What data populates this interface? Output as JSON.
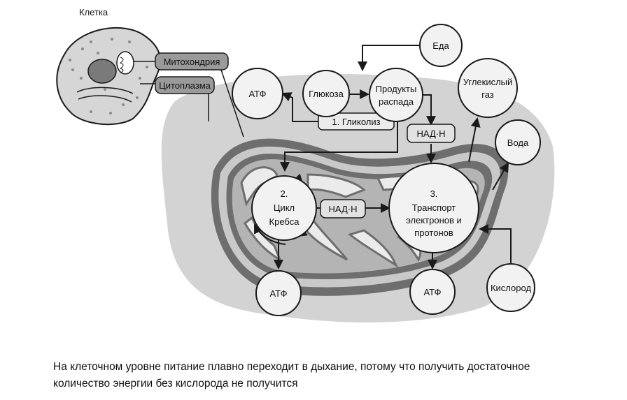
{
  "cell_label": "Клетка",
  "callouts": {
    "mitochondria": "Митохондрия",
    "cytoplasm": "Цитоплазма"
  },
  "nodes": {
    "food": "Еда",
    "glucose": "Глюкоза",
    "products_line1": "Продукты",
    "products_line2": "распада",
    "atp_top": "АТФ",
    "co2_line1": "Углекислый",
    "co2_line2": "газ",
    "water": "Вода",
    "krebs_line1": "2.",
    "krebs_line2": "Цикл",
    "krebs_line3": "Кребса",
    "transport_line1": "3.",
    "transport_line2": "Транспорт",
    "transport_line3": "электронов и",
    "transport_line4": "протонов",
    "atp_left": "АТФ",
    "atp_bottom": "АТФ",
    "oxygen": "Кислород"
  },
  "labels": {
    "glycolysis": "1. Гликолиз",
    "nadh_top": "НАД·Н",
    "nadh_mid": "НАД·Н"
  },
  "caption": {
    "line1": "На клеточном уровне питание плавно переходит в дыхание, потому что получить достаточное",
    "line2": "количество энергии без кислорода не получится"
  },
  "colors": {
    "cytoplasm_fill": "#d3d3d3",
    "membrane_dark": "#6e6e6e",
    "mitochondria_fill": "#c2c2c2",
    "cristae_fill": "#e9e9e9",
    "node_fill": "#f2f2f2",
    "label_fill": "#e2e2e2",
    "callout_fill": "#9a9a9a",
    "stroke": "#1a1a1a"
  }
}
